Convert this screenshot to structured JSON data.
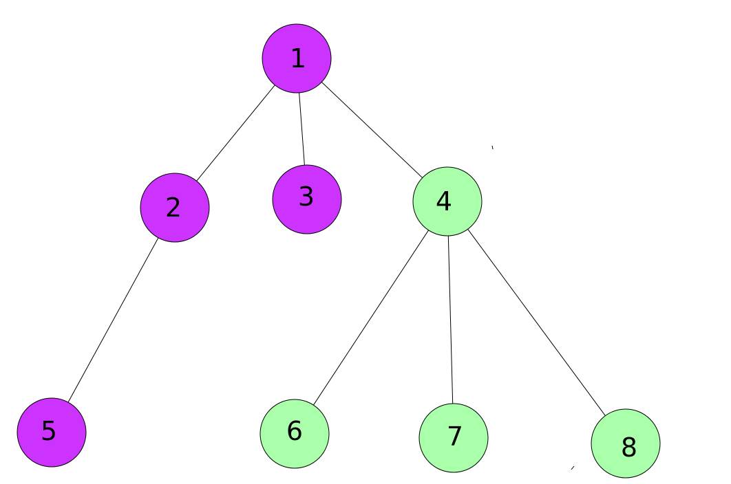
{
  "colors": {
    "purple": "#cc33ff",
    "green": "#aaffaa",
    "line": "#000000"
  },
  "nodes": [
    {
      "label": "1",
      "color": "purple"
    },
    {
      "label": "2",
      "color": "purple"
    },
    {
      "label": "3",
      "color": "purple"
    },
    {
      "label": "4",
      "color": "green"
    },
    {
      "label": "5",
      "color": "purple"
    },
    {
      "label": "6",
      "color": "green"
    },
    {
      "label": "7",
      "color": "green"
    },
    {
      "label": "8",
      "color": "green"
    }
  ],
  "edges": [
    [
      "1",
      "2"
    ],
    [
      "1",
      "3"
    ],
    [
      "1",
      "4"
    ],
    [
      "2",
      "5"
    ],
    [
      "4",
      "6"
    ],
    [
      "4",
      "7"
    ],
    [
      "4",
      "8"
    ]
  ]
}
